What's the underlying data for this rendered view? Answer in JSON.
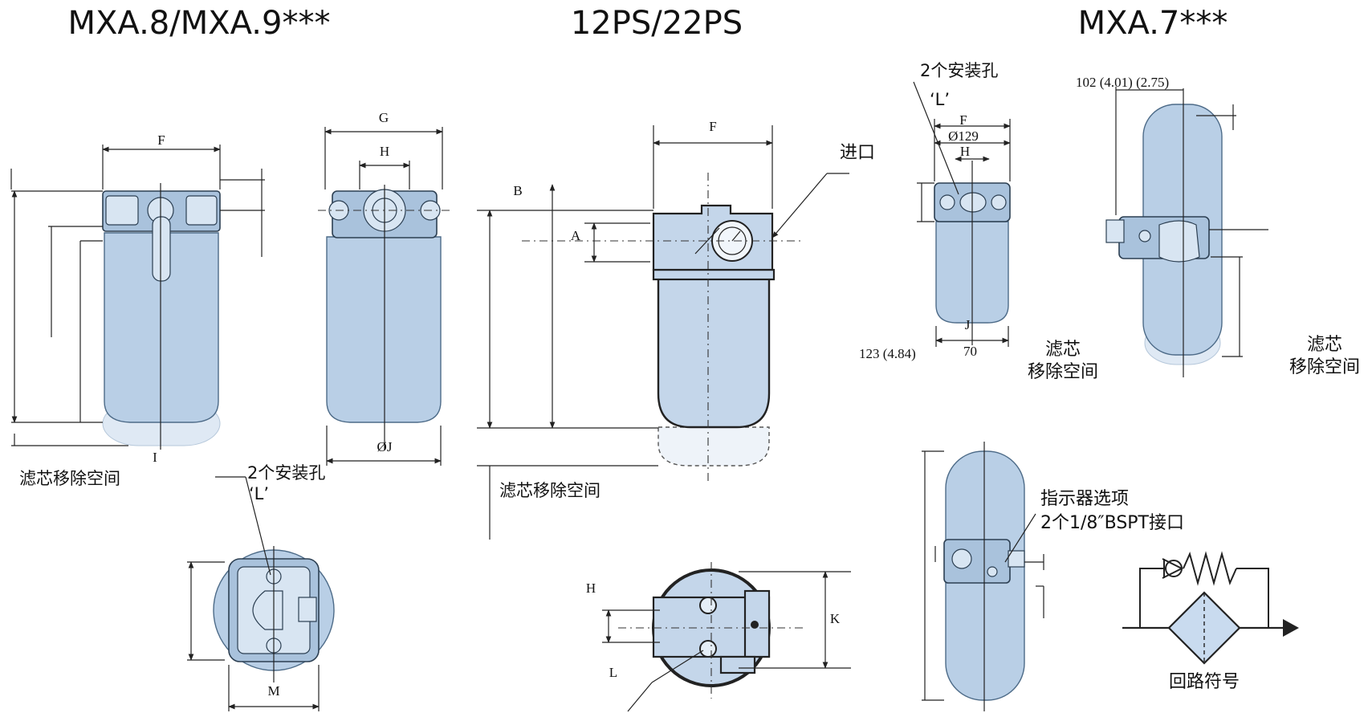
{
  "titles": {
    "left": "MXA.8/MXA.9***",
    "center": "12PS/22PS",
    "right": "MXA.7***"
  },
  "dims": {
    "F": "F",
    "G": "G",
    "H": "H",
    "A": "A",
    "B": "B",
    "I": "I",
    "J": "J",
    "OJ": "ØJ",
    "K": "K",
    "L": "L",
    "M": "M",
    "phi129": "Ø129",
    "r_left_low": "123 (4.84)",
    "r_left_70": "70",
    "r_right_top": "102 (4.01) (2.75)"
  },
  "notes": {
    "element_removal": "滤芯移除空间",
    "element_removal_line1": "滤芯",
    "element_removal_line2": "移除空间",
    "mount_holes": "2个安装孔",
    "mount_holes_L": "‘L’",
    "inlet": "进口",
    "indicator_opt": "指示器选项",
    "indicator_port": "2个1/8″BSPT接口",
    "circuit_symbol": "回路符号"
  }
}
